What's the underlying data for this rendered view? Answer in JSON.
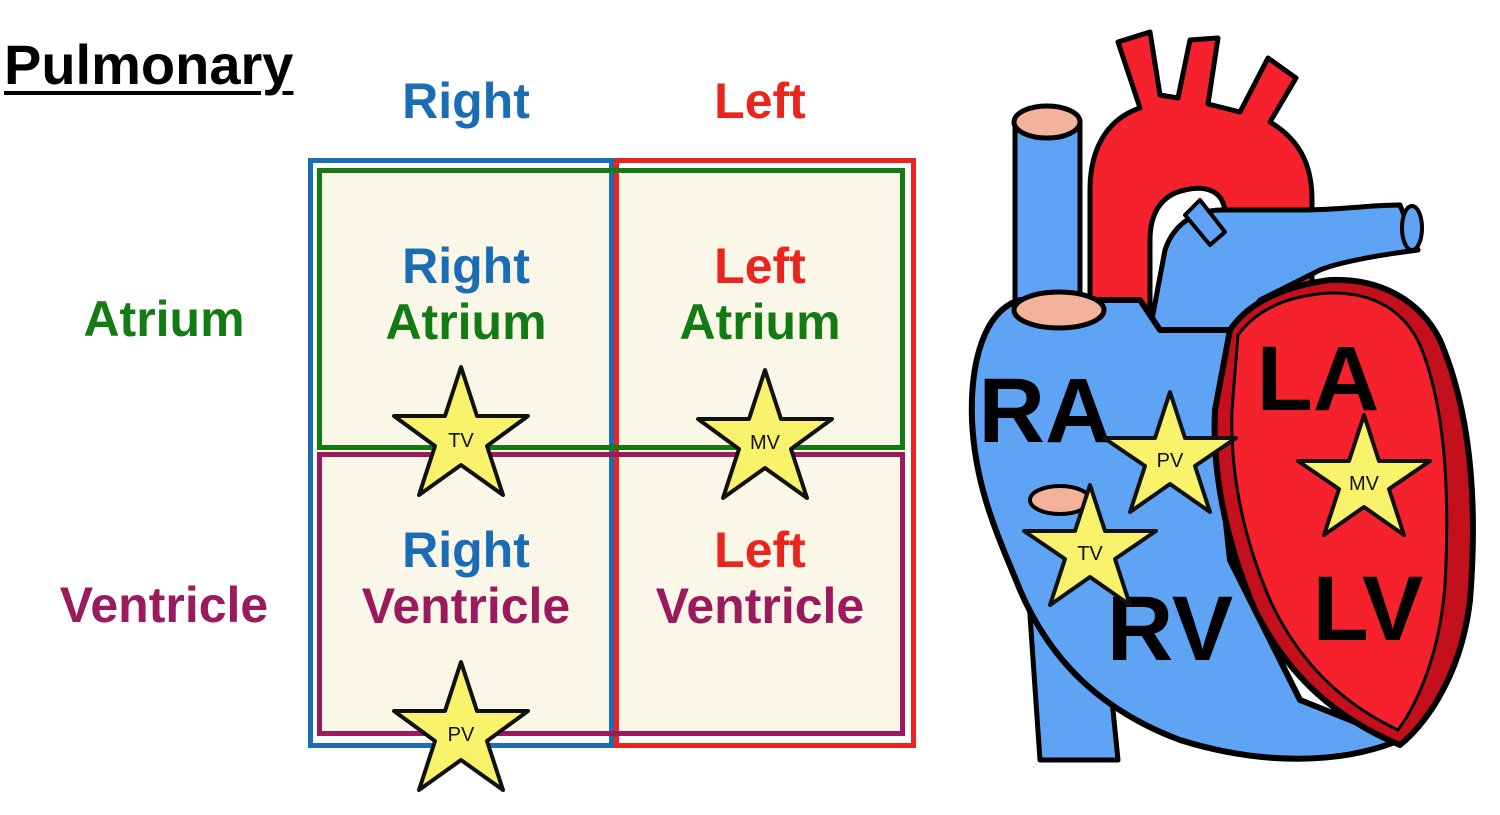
{
  "title": "Pulmonary",
  "columns": {
    "right": "Right",
    "left": "Left"
  },
  "rows": {
    "atrium": "Atrium",
    "ventricle": "Ventricle"
  },
  "cells": {
    "right_atrium": [
      "Right",
      "Atrium"
    ],
    "left_atrium": [
      "Left",
      "Atrium"
    ],
    "right_ventricle": [
      "Right",
      "Ventricle"
    ],
    "left_ventricle": [
      "Left",
      "Ventricle"
    ]
  },
  "grid_valves": {
    "tv": "TV",
    "mv": "MV",
    "pv": "PV"
  },
  "heart_labels": {
    "ra": "RA",
    "la": "LA",
    "rv": "RV",
    "lv": "LV"
  },
  "heart_valves": {
    "pv": "PV",
    "tv": "TV",
    "mv": "MV"
  },
  "colors": {
    "right_blue": "#1a6db5",
    "left_red": "#e8261e",
    "atrium_green": "#137a14",
    "ventricle_purple": "#9b1a5e",
    "cell_fill": "#faf6e8",
    "star_fill": "#f8f36a",
    "heart_blue": "#5fa3f5",
    "heart_red": "#f5222e",
    "heart_dark_red": "#c4101c",
    "vessel_cap": "#f2b39a"
  }
}
